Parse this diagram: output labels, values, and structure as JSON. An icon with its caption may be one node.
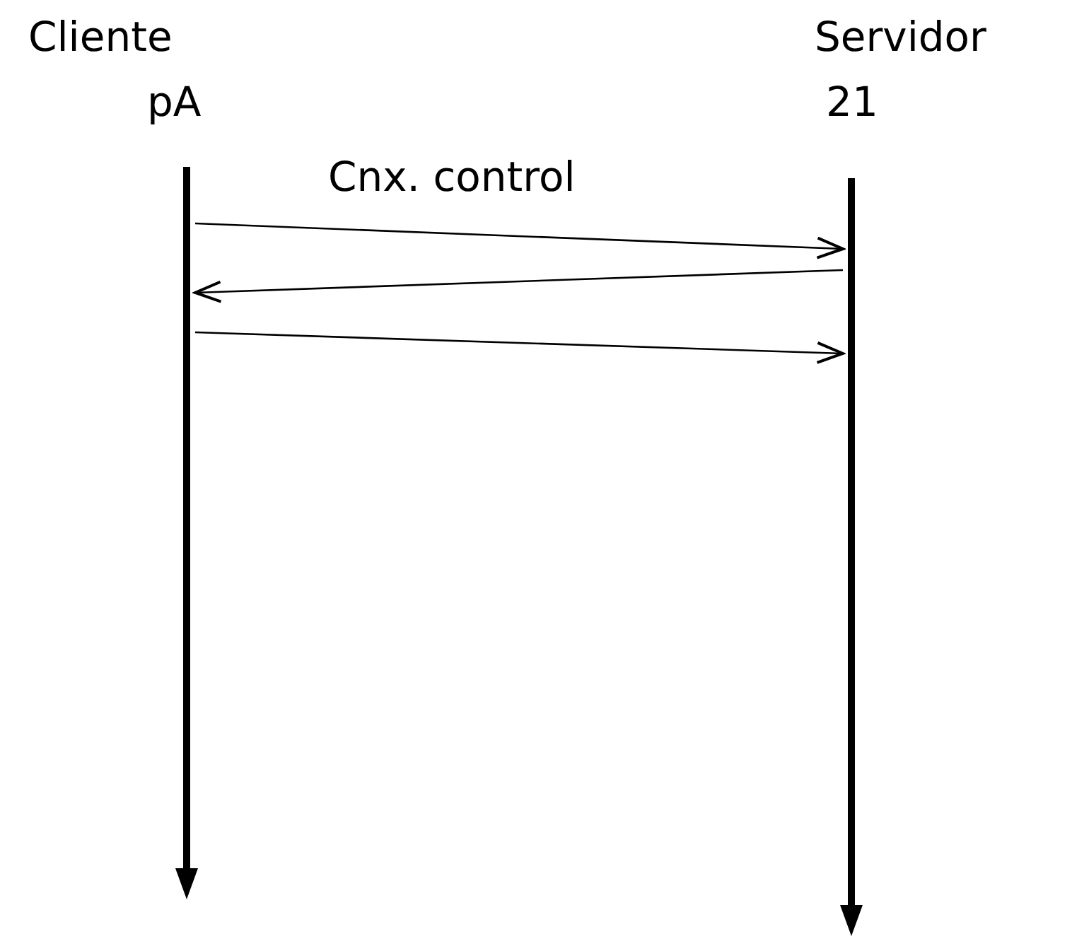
{
  "diagram": {
    "nodes": [
      {
        "text": [
          "Cliente",
          "pA"
        ]
      },
      {
        "text": [
          "Servidor",
          "21"
        ]
      },
      {
        "text": [],
        "shape": "bar"
      },
      {
        "text": [],
        "shape": "bar"
      }
    ],
    "edges": [
      {
        "from": 2,
        "to": 3,
        "arrow": "to"
      },
      {
        "from": 3,
        "to": 2,
        "arrow": "to"
      },
      {
        "from": 2,
        "to": 3,
        "arrow": "to"
      }
    ],
    "labels": [
      "Cnx. control"
    ]
  }
}
